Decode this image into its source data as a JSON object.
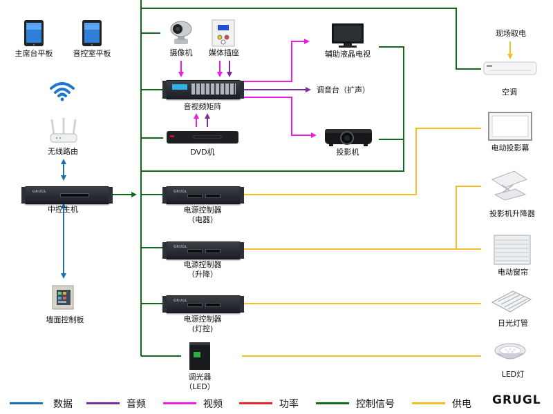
{
  "colors": {
    "data": "#1c6fb4",
    "audio": "#7a2d9c",
    "video": "#ee1ce0",
    "power_amp": "#e8262a",
    "control": "#0f6a1a",
    "supply": "#f5be22"
  },
  "devices": {
    "chair_tablet": "主席台平板",
    "sound_tablet": "音控室平板",
    "wifi_router": "无线路由",
    "central_host": "中控主机",
    "wall_panel": "墙面控制板",
    "camera": "摄像机",
    "media_socket": "媒体插座",
    "av_matrix": "音视频矩阵",
    "dvd": "DVD机",
    "aux_tv": "辅助液晶电视",
    "mixer": "调音台（扩声）",
    "projector": "投影机",
    "power_ctrl_1_name": "电源控制器",
    "power_ctrl_1_sub": "（电器）",
    "power_ctrl_2_name": "电源控制器",
    "power_ctrl_2_sub": "（升降）",
    "power_ctrl_3_name": "电源控制器",
    "power_ctrl_3_sub": "(灯控)",
    "dimmer_name": "调光器",
    "dimmer_sub": "（LED）",
    "site_power": "现场取电",
    "air_conditioner": "空调",
    "screen": "电动投影幕",
    "projector_lift": "投影机升降器",
    "curtain": "电动窗帘",
    "fluorescent": "日光灯管",
    "led_lamp": "LED灯"
  },
  "legend": [
    {
      "label": "数据",
      "color": "#1c6fb4"
    },
    {
      "label": "音频",
      "color": "#7a2d9c"
    },
    {
      "label": "视频",
      "color": "#ee1ce0"
    },
    {
      "label": "功率",
      "color": "#e8262a"
    },
    {
      "label": "控制信号",
      "color": "#0f6a1a"
    },
    {
      "label": "供电",
      "color": "#f5be22"
    }
  ],
  "brand": "GRUGL",
  "rack_brand": "GRUGL"
}
